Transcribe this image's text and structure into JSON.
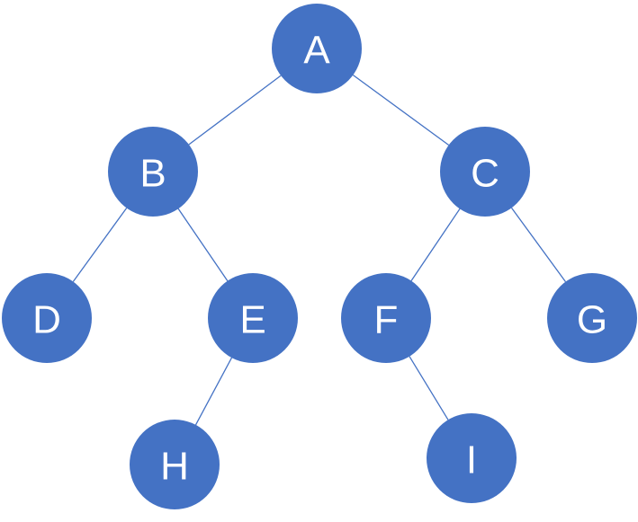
{
  "tree": {
    "node_color": "#4472c4",
    "label_color": "#ffffff",
    "edge_color": "#4472c4",
    "nodes": [
      {
        "id": "A",
        "label": "A"
      },
      {
        "id": "B",
        "label": "B"
      },
      {
        "id": "C",
        "label": "C"
      },
      {
        "id": "D",
        "label": "D"
      },
      {
        "id": "E",
        "label": "E"
      },
      {
        "id": "F",
        "label": "F"
      },
      {
        "id": "G",
        "label": "G"
      },
      {
        "id": "H",
        "label": "H"
      },
      {
        "id": "I",
        "label": "I"
      }
    ],
    "edges": [
      {
        "from": "A",
        "to": "B"
      },
      {
        "from": "A",
        "to": "C"
      },
      {
        "from": "B",
        "to": "D"
      },
      {
        "from": "B",
        "to": "E"
      },
      {
        "from": "C",
        "to": "F"
      },
      {
        "from": "C",
        "to": "G"
      },
      {
        "from": "E",
        "to": "H"
      },
      {
        "from": "F",
        "to": "I"
      }
    ]
  }
}
